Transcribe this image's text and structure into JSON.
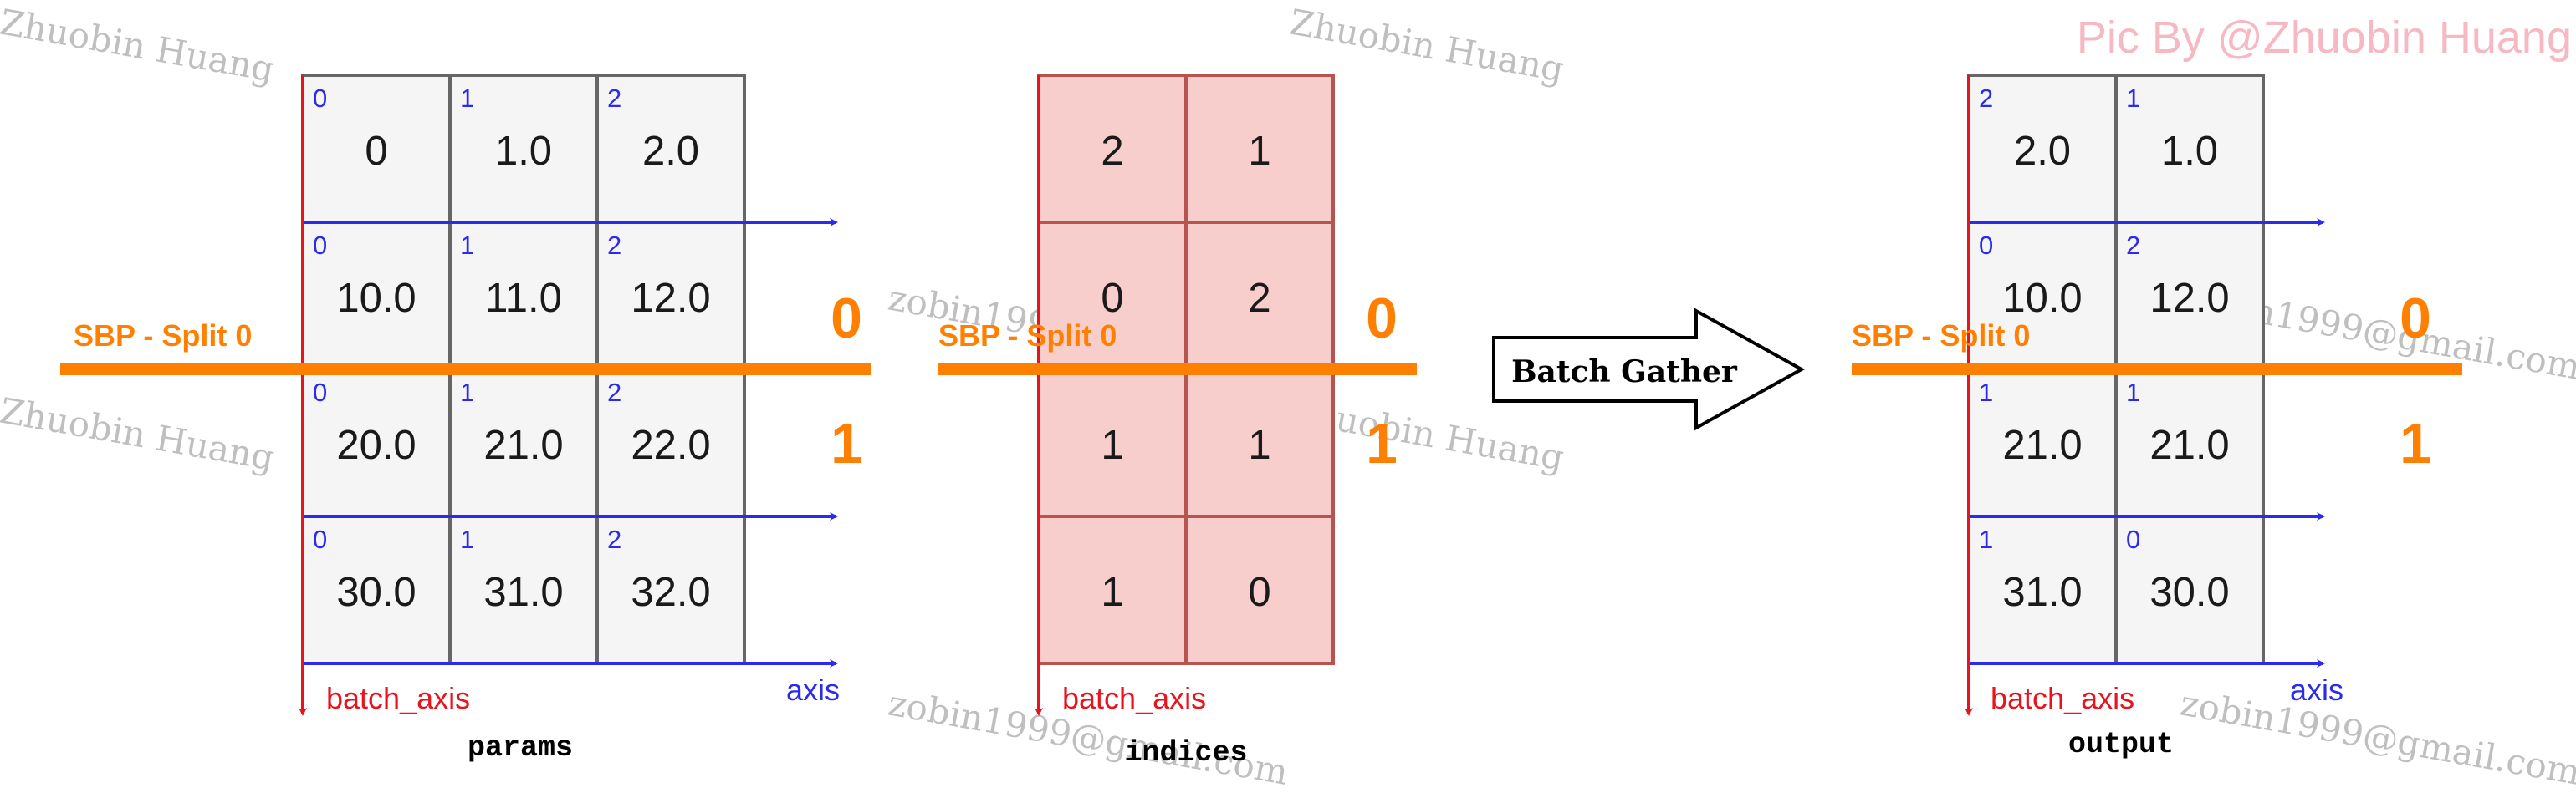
{
  "colors": {
    "params_fill": "#f5f5f5",
    "params_stroke": "#666666",
    "indices_fill": "#f8cecc",
    "indices_stroke": "#b85450",
    "batch_axis": "#e8141c",
    "axis": "#2b2bf0",
    "sbp": "#ff8000",
    "watermark": "#a9a9a9",
    "credit": "#f6b8c2"
  },
  "params": {
    "caption": "params",
    "batch_axis_label": "batch_axis",
    "axis_label": "axis",
    "sbp_label": "SBP - Split 0",
    "part_top": "0",
    "part_bottom": "1",
    "rows": [
      [
        {
          "value": "0",
          "index": "0"
        },
        {
          "value": "1.0",
          "index": "1"
        },
        {
          "value": "2.0",
          "index": "2"
        }
      ],
      [
        {
          "value": "10.0",
          "index": "0"
        },
        {
          "value": "11.0",
          "index": "1"
        },
        {
          "value": "12.0",
          "index": "2"
        }
      ],
      [
        {
          "value": "20.0",
          "index": "0"
        },
        {
          "value": "21.0",
          "index": "1"
        },
        {
          "value": "22.0",
          "index": "2"
        }
      ],
      [
        {
          "value": "30.0",
          "index": "0"
        },
        {
          "value": "31.0",
          "index": "1"
        },
        {
          "value": "32.0",
          "index": "2"
        }
      ]
    ]
  },
  "indices": {
    "caption": "indices",
    "batch_axis_label": "batch_axis",
    "sbp_label": "SBP - Split 0",
    "part_top": "0",
    "part_bottom": "1",
    "rows": [
      [
        "2",
        "1"
      ],
      [
        "0",
        "2"
      ],
      [
        "1",
        "1"
      ],
      [
        "1",
        "0"
      ]
    ]
  },
  "operation": {
    "label": "Batch Gather"
  },
  "output": {
    "caption": "output",
    "batch_axis_label": "batch_axis",
    "axis_label": "axis",
    "sbp_label": "SBP - Split 0",
    "part_top": "0",
    "part_bottom": "1",
    "rows": [
      [
        {
          "value": "2.0",
          "index": "2"
        },
        {
          "value": "1.0",
          "index": "1"
        }
      ],
      [
        {
          "value": "10.0",
          "index": "0"
        },
        {
          "value": "12.0",
          "index": "2"
        }
      ],
      [
        {
          "value": "21.0",
          "index": "1"
        },
        {
          "value": "21.0",
          "index": "1"
        }
      ],
      [
        {
          "value": "31.0",
          "index": "1"
        },
        {
          "value": "30.0",
          "index": "0"
        }
      ]
    ]
  },
  "watermarks": {
    "name": "Zhuobin Huang",
    "email_fragment": "zobin1999@gmail.com",
    "credit": "Pic By @Zhuobin Huang"
  }
}
